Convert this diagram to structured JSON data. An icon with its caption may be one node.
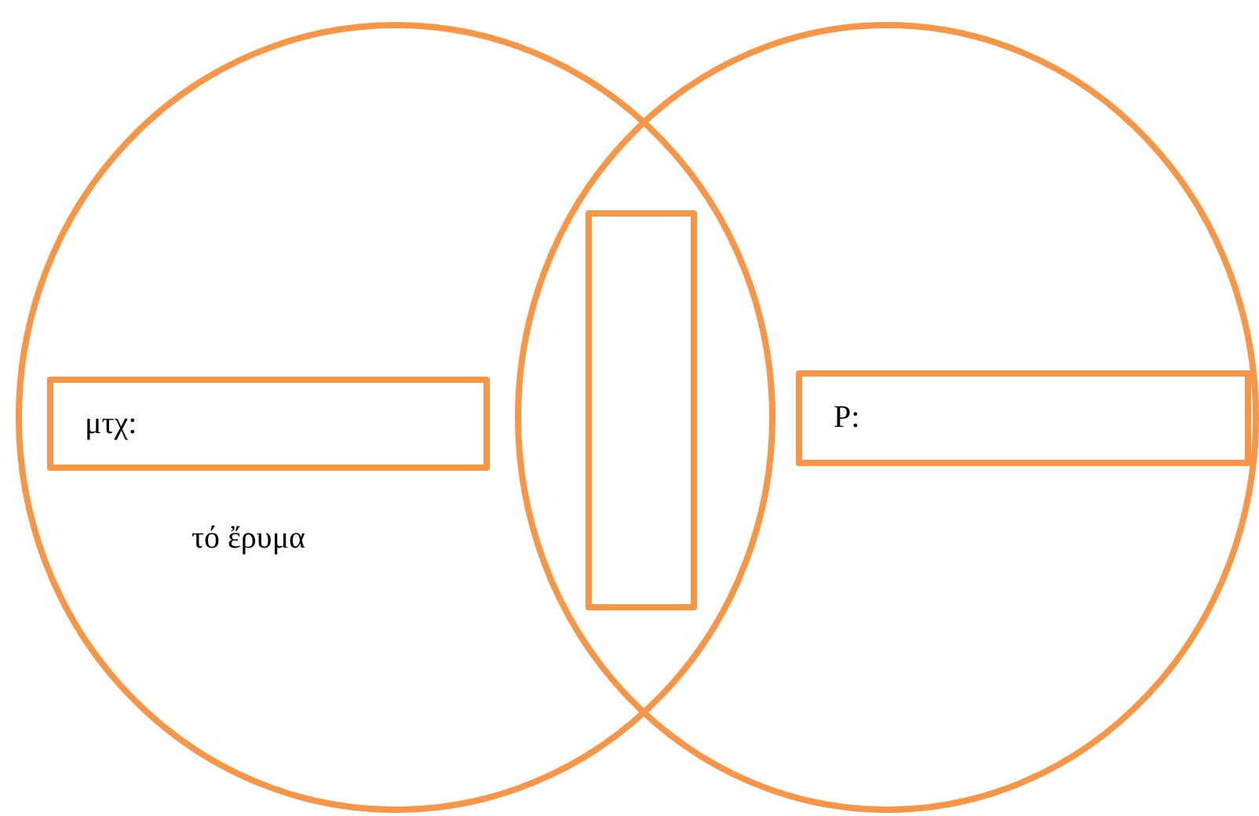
{
  "diagram": {
    "nodes": [
      {
        "text": [
          "τό ἔρυμα"
        ]
      },
      {
        "text": [
          "μτχ:"
        ],
        "in": 0
      },
      {
        "text": [],
        "shape": "circle"
      },
      {
        "text": [],
        "shape": "box"
      },
      {
        "text": [
          "P:"
        ],
        "in": 2
      }
    ]
  }
}
